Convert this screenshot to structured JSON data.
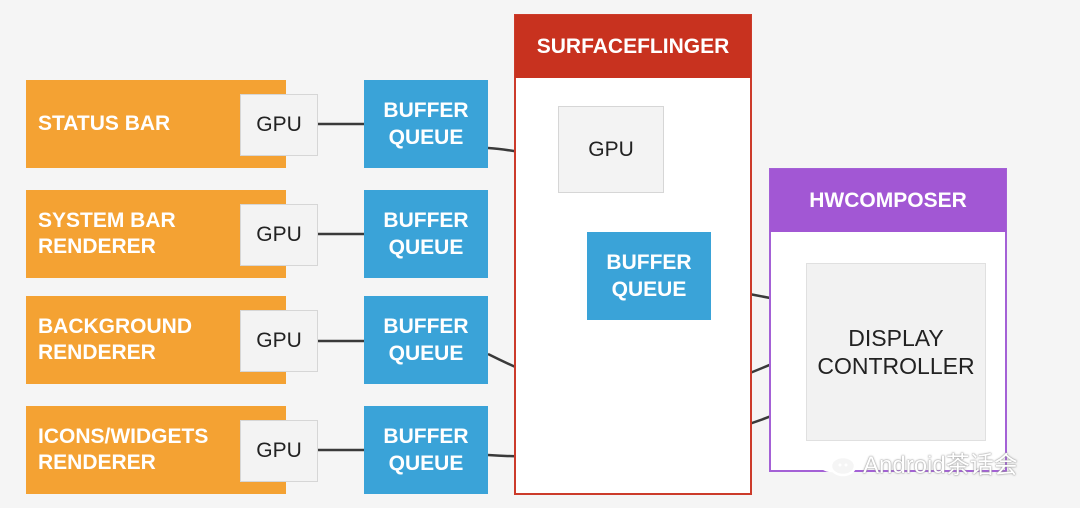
{
  "producers": [
    {
      "label": "STATUS BAR",
      "gpu": "GPU",
      "queue": "BUFFER\nQUEUE"
    },
    {
      "label": "SYSTEM BAR\nRENDERER",
      "gpu": "GPU",
      "queue": "BUFFER\nQUEUE"
    },
    {
      "label": "BACKGROUND\nRENDERER",
      "gpu": "GPU",
      "queue": "BUFFER\nQUEUE"
    },
    {
      "label": "ICONS/WIDGETS\nRENDERER",
      "gpu": "GPU",
      "queue": "BUFFER\nQUEUE"
    }
  ],
  "surfaceflinger": {
    "title": "SURFACEFLINGER",
    "gpu": "GPU",
    "queue": "BUFFER\nQUEUE"
  },
  "hwcomposer": {
    "title": "HWCOMPOSER",
    "display": "DISPLAY\nCONTROLLER"
  },
  "watermark": {
    "text": "Android茶话会",
    "icon": "wechat-icon"
  },
  "colors": {
    "producer": "#f4a233",
    "queue": "#3aa3d8",
    "surfaceflinger": "#c8321f",
    "hwcomposer": "#a257d4",
    "gpu": "#f3f3f3"
  }
}
